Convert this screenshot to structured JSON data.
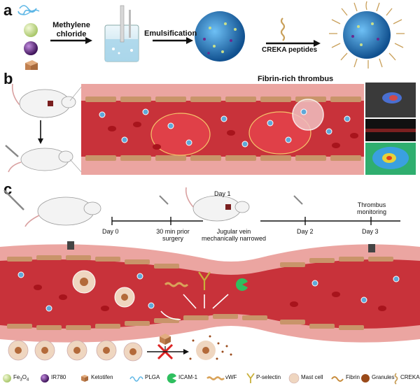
{
  "panels": {
    "a": "a",
    "b": "b",
    "c": "c"
  },
  "panel_a": {
    "solvent_line1": "Methylene",
    "solvent_line2": "chloride",
    "step_emulsification": "Emulsification",
    "peptide_label": "CREKA peptides"
  },
  "panel_b": {
    "title": "Fibrin-rich thrombus"
  },
  "panel_c": {
    "timeline": {
      "day0": "Day 0",
      "prior_line1": "30 min prior",
      "prior_line2": "surgery",
      "day1": "Day 1",
      "jugular_line1": "Jugular vein",
      "jugular_line2": "mechanically narrowed",
      "day2": "Day 2",
      "day3": "Day 3",
      "monitoring_line1": "Thrombus",
      "monitoring_line2": "monitoring"
    }
  },
  "legend": [
    {
      "icon": "fe3o4-sphere-icon",
      "label_main": "Fe",
      "sub1": "3",
      "mid": "O",
      "sub2": "4",
      "color": "#c8df8a"
    },
    {
      "icon": "ir780-sphere-icon",
      "label": "IR780",
      "color": "#6a2a8f"
    },
    {
      "icon": "ketotifen-cube-icon",
      "label": "Ketotifen",
      "color": "#c98a5a"
    },
    {
      "icon": "plga-coil-icon",
      "label": "PLGA",
      "color": "#7ec3e6"
    },
    {
      "icon": "icam1-pacman-icon",
      "label": "ICAM-1",
      "color": "#2fbf5f"
    },
    {
      "icon": "vwf-chain-icon",
      "label": "vWF",
      "color": "#d9a35a"
    },
    {
      "icon": "p-selectin-y-icon",
      "label": "P-selectin",
      "color": "#c9b03a"
    },
    {
      "icon": "mast-cell-icon",
      "label": "Mast cell",
      "color": "#e8c9a8"
    },
    {
      "icon": "fibrin-strand-icon",
      "label": "Fibrin",
      "color": "#c78b3a"
    },
    {
      "icon": "granules-sphere-icon",
      "label": "Granules",
      "color": "#9a4a1a"
    },
    {
      "icon": "creka-peptide-icon",
      "label": "CREKA",
      "color": "#c9a05a"
    }
  ],
  "colors": {
    "vessel_wall": "#e89a97",
    "lumen": "#c8323a",
    "endothelium": "#c9946a",
    "nanoparticle": "#2f7fd0",
    "red_cell": "#d2232a"
  }
}
